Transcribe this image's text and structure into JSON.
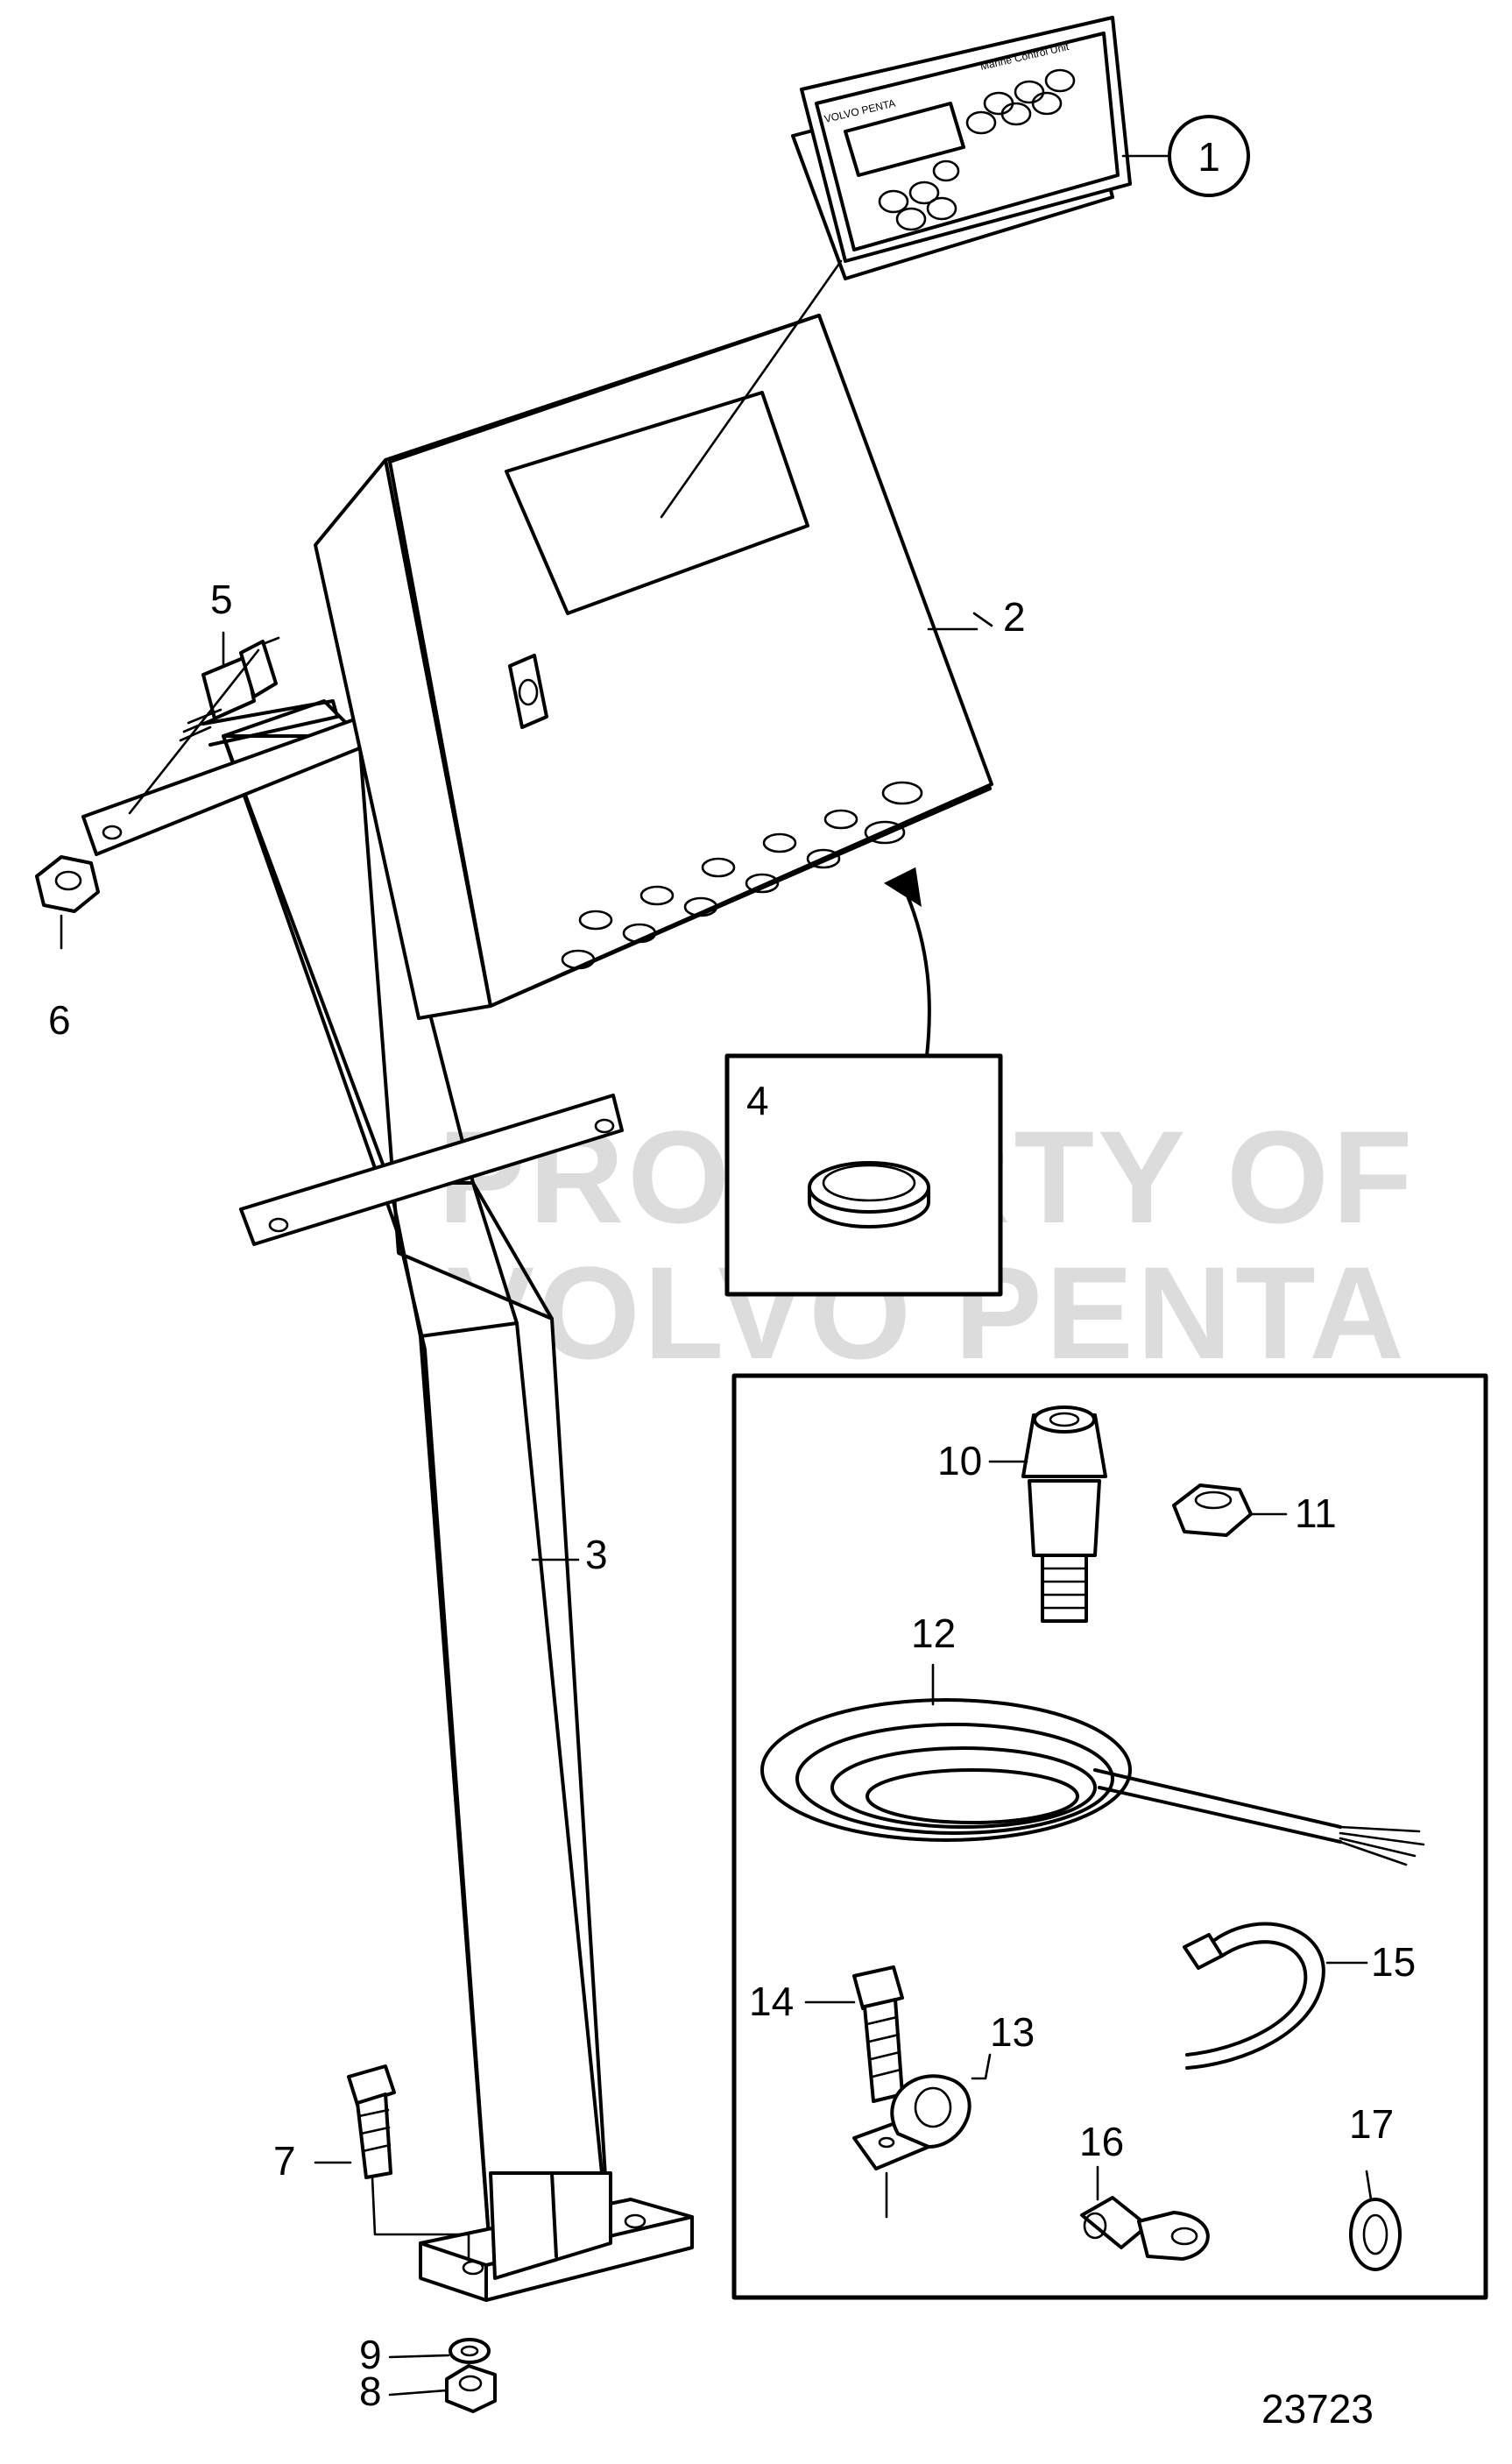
{
  "diagram": {
    "figure_id": "23723",
    "watermark": [
      "PROPERTY OF",
      "VOLVO PENTA"
    ],
    "control_unit": {
      "brand": "VOLVO PENTA",
      "title": "Marine Control Unit"
    },
    "callouts": {
      "c1": "1",
      "c2": "2",
      "c3": "3",
      "c4": "4",
      "c5": "5",
      "c6": "6",
      "c7": "7",
      "c8": "8",
      "c9": "9",
      "c10": "10",
      "c11": "11",
      "c12": "12",
      "c13": "13",
      "c14": "14",
      "c15": "15",
      "c16": "16",
      "c17": "17"
    }
  }
}
